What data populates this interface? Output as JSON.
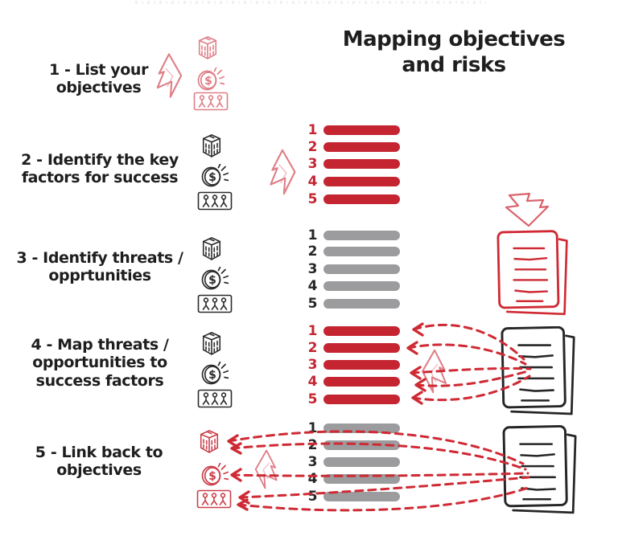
{
  "title": "Mapping objectives\nand risks",
  "steps": [
    {
      "label": "1 - List your\nobjectives"
    },
    {
      "label": "2 - Identify the key\nfactors for success"
    },
    {
      "label": "3 - Identify threats /\nopprtunities"
    },
    {
      "label": "4 - Map threats /\nopportunities to\nsuccess factors"
    },
    {
      "label": "5 - Link back to\nobjectives"
    }
  ],
  "bar_labels": [
    "1",
    "2",
    "3",
    "4",
    "5"
  ],
  "bar_groups": [
    {
      "step": 2,
      "style": "red"
    },
    {
      "step": 3,
      "style": "gray"
    },
    {
      "step": 4,
      "style": "red"
    },
    {
      "step": 5,
      "style": "gray"
    }
  ],
  "icons": {
    "dollar_sign": "$",
    "objective_icons": [
      "building-icon",
      "dollar-coin-icon",
      "people-icon"
    ],
    "flow_icon": "lightning-arrow-icon",
    "transfer_icon": "down-arrow-icon",
    "document_icon": "document-icon"
  },
  "colors": {
    "red": "#c42531",
    "dash_red": "#cf2a34",
    "pink": "#df7e87",
    "gray_bar": "#9c9c9e",
    "ink": "#1e1e1e",
    "paper": "#ffffff"
  }
}
